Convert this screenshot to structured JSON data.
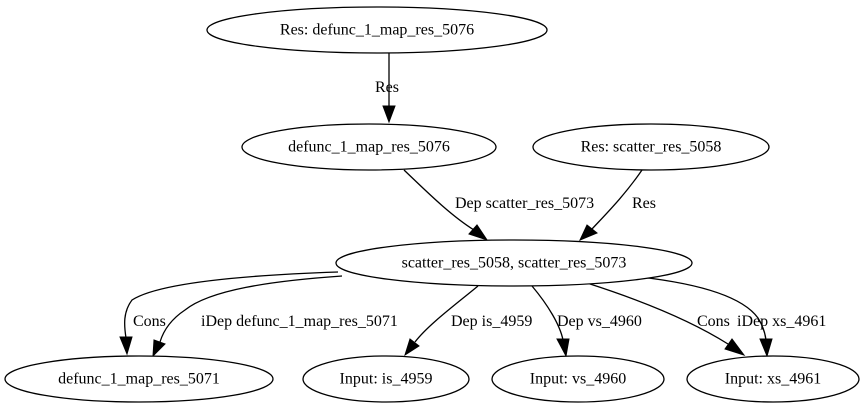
{
  "graph": {
    "nodes": [
      {
        "id": "res_defunc",
        "label": "Res: defunc_1_map_res_5076"
      },
      {
        "id": "defunc_5076",
        "label": "defunc_1_map_res_5076"
      },
      {
        "id": "res_scatter",
        "label": "Res: scatter_res_5058"
      },
      {
        "id": "scatter",
        "label": "scatter_res_5058, scatter_res_5073"
      },
      {
        "id": "defunc_5071",
        "label": "defunc_1_map_res_5071"
      },
      {
        "id": "input_is",
        "label": "Input: is_4959"
      },
      {
        "id": "input_vs",
        "label": "Input: vs_4960"
      },
      {
        "id": "input_xs",
        "label": "Input: xs_4961"
      }
    ],
    "edges": [
      {
        "id": "e1",
        "from": "res_defunc",
        "to": "defunc_5076",
        "label": "Res"
      },
      {
        "id": "e2",
        "from": "defunc_5076",
        "to": "scatter",
        "label": "Dep scatter_res_5073"
      },
      {
        "id": "e3",
        "from": "res_scatter",
        "to": "scatter",
        "label": "Res"
      },
      {
        "id": "e4",
        "from": "scatter",
        "to": "defunc_5071",
        "label": "Cons"
      },
      {
        "id": "e5",
        "from": "scatter",
        "to": "defunc_5071",
        "label": "iDep defunc_1_map_res_5071"
      },
      {
        "id": "e6",
        "from": "scatter",
        "to": "input_is",
        "label": "Dep is_4959"
      },
      {
        "id": "e7",
        "from": "scatter",
        "to": "input_vs",
        "label": "Dep vs_4960"
      },
      {
        "id": "e8",
        "from": "scatter",
        "to": "input_xs",
        "label": "Cons"
      },
      {
        "id": "e9",
        "from": "scatter",
        "to": "input_xs",
        "label": "iDep xs_4961"
      }
    ]
  }
}
